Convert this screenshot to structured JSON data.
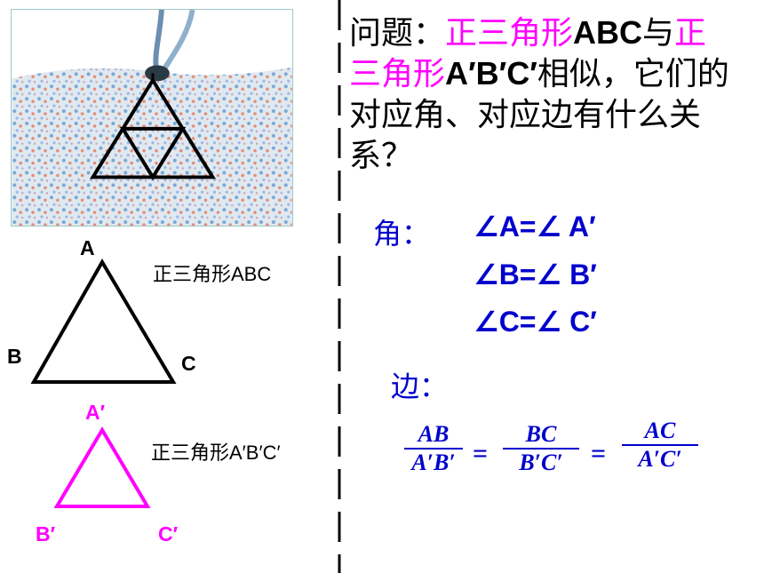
{
  "question": {
    "prefix": "问题：",
    "tri1": "正三角形",
    "abc": "ABC",
    "joiner": "与",
    "tri2_line1": "正",
    "tri2_line2": "三角形",
    "abc_prime": "A′B′C′",
    "rest_line2": "相似，它们的",
    "line3": "对应角、对应边有什么关",
    "line4": "系？"
  },
  "left_labels": {
    "top_triangle_caption": "正三角形ABC",
    "bottom_triangle_caption": "正三角形A′B′C′",
    "A": "A",
    "B": "B",
    "C": "C",
    "A_prime": "A′",
    "B_prime": "B′",
    "C_prime": "C′"
  },
  "angles": {
    "label": "角：",
    "lines": [
      "∠A=∠ A′",
      "∠B=∠ B′",
      "∠C=∠ C′"
    ]
  },
  "sides": {
    "label": "边：",
    "fractions": [
      {
        "num": "AB",
        "den": "A′B′"
      },
      {
        "num": "BC",
        "den": "B′C′"
      },
      {
        "num": "AC",
        "den": "A′C′"
      }
    ],
    "equals": "="
  },
  "colors": {
    "magenta": "#ff00ff",
    "blue": "#0000cc",
    "black": "#000000"
  },
  "icons": [
    "pendant-photo",
    "triangle-abc",
    "triangle-a-prime-b-prime-c-prime"
  ]
}
